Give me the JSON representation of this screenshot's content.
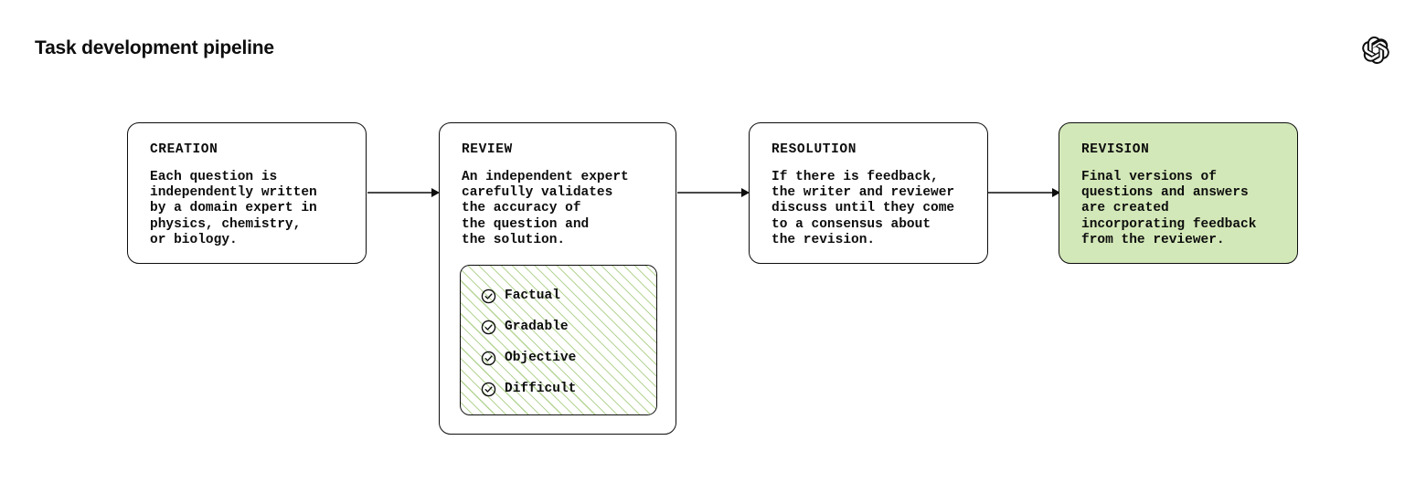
{
  "page": {
    "title": "Task development pipeline",
    "background_color": "#ffffff",
    "text_color": "#0d0d0d",
    "accent_green": "#d3e8b8",
    "hatch_green": "#b5d596"
  },
  "brand": {
    "logo_icon": "openai-logo-icon"
  },
  "pipeline": {
    "arrow_icon": "arrow-right-icon",
    "steps": [
      {
        "id": "creation",
        "label": "CREATION",
        "body": "Each question is\nindependently written\nby a domain expert in\nphysics, chemistry,\nor biology.",
        "highlighted": false
      },
      {
        "id": "review",
        "label": "REVIEW",
        "body": "An independent expert\ncarefully validates\nthe accuracy of\nthe question and\nthe solution.",
        "highlighted": false,
        "checklist": {
          "check_icon": "check-circle-icon",
          "items": [
            {
              "label": "Factual"
            },
            {
              "label": "Gradable"
            },
            {
              "label": "Objective"
            },
            {
              "label": "Difficult"
            }
          ]
        }
      },
      {
        "id": "resolution",
        "label": "RESOLUTION",
        "body": "If there is feedback,\nthe writer and reviewer\ndiscuss until they come\nto a consensus about\nthe revision.",
        "highlighted": false
      },
      {
        "id": "revision",
        "label": "REVISION",
        "body": "Final versions of\nquestions and answers\nare created\nincorporating feedback\nfrom the reviewer.",
        "highlighted": true
      }
    ]
  }
}
